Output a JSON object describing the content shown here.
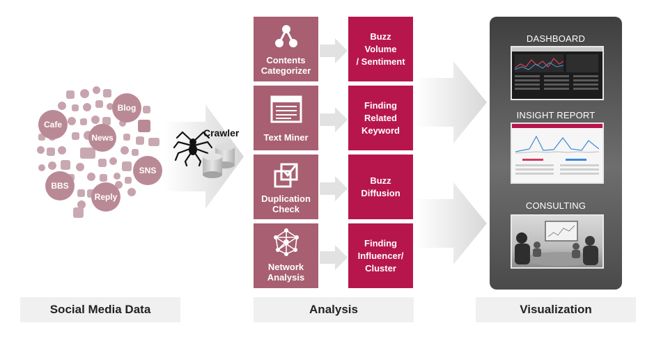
{
  "sections": {
    "social_media_data": "Social Media Data",
    "analysis": "Analysis",
    "visualization": "Visualization"
  },
  "crawler": "Crawler",
  "bubbles": [
    "Cafe",
    "Blog",
    "News",
    "SNS",
    "BBS",
    "Reply"
  ],
  "analysis_tools": [
    "Contents\nCategorizer",
    "Text Miner",
    "Duplication\nCheck",
    "Network\nAnalysis"
  ],
  "analysis_outputs": [
    "Buzz\nVolume\n/ Sentiment",
    "Finding\nRelated\nKeyword",
    "Buzz\nDiffusion",
    "Finding\nInfluencer/\nCluster"
  ],
  "visualization_items": [
    "DASHBOARD",
    "INSIGHT REPORT",
    "CONSULTING"
  ],
  "colors": {
    "tool_box": "#a75f71",
    "output_box": "#b7164c",
    "bubble": "#b98a96",
    "panel": "#555555"
  },
  "icons": [
    "network-hierarchy-icon",
    "text-window-icon",
    "duplicate-check-icon",
    "network-graph-icon",
    "spider-icon",
    "database-icon"
  ]
}
